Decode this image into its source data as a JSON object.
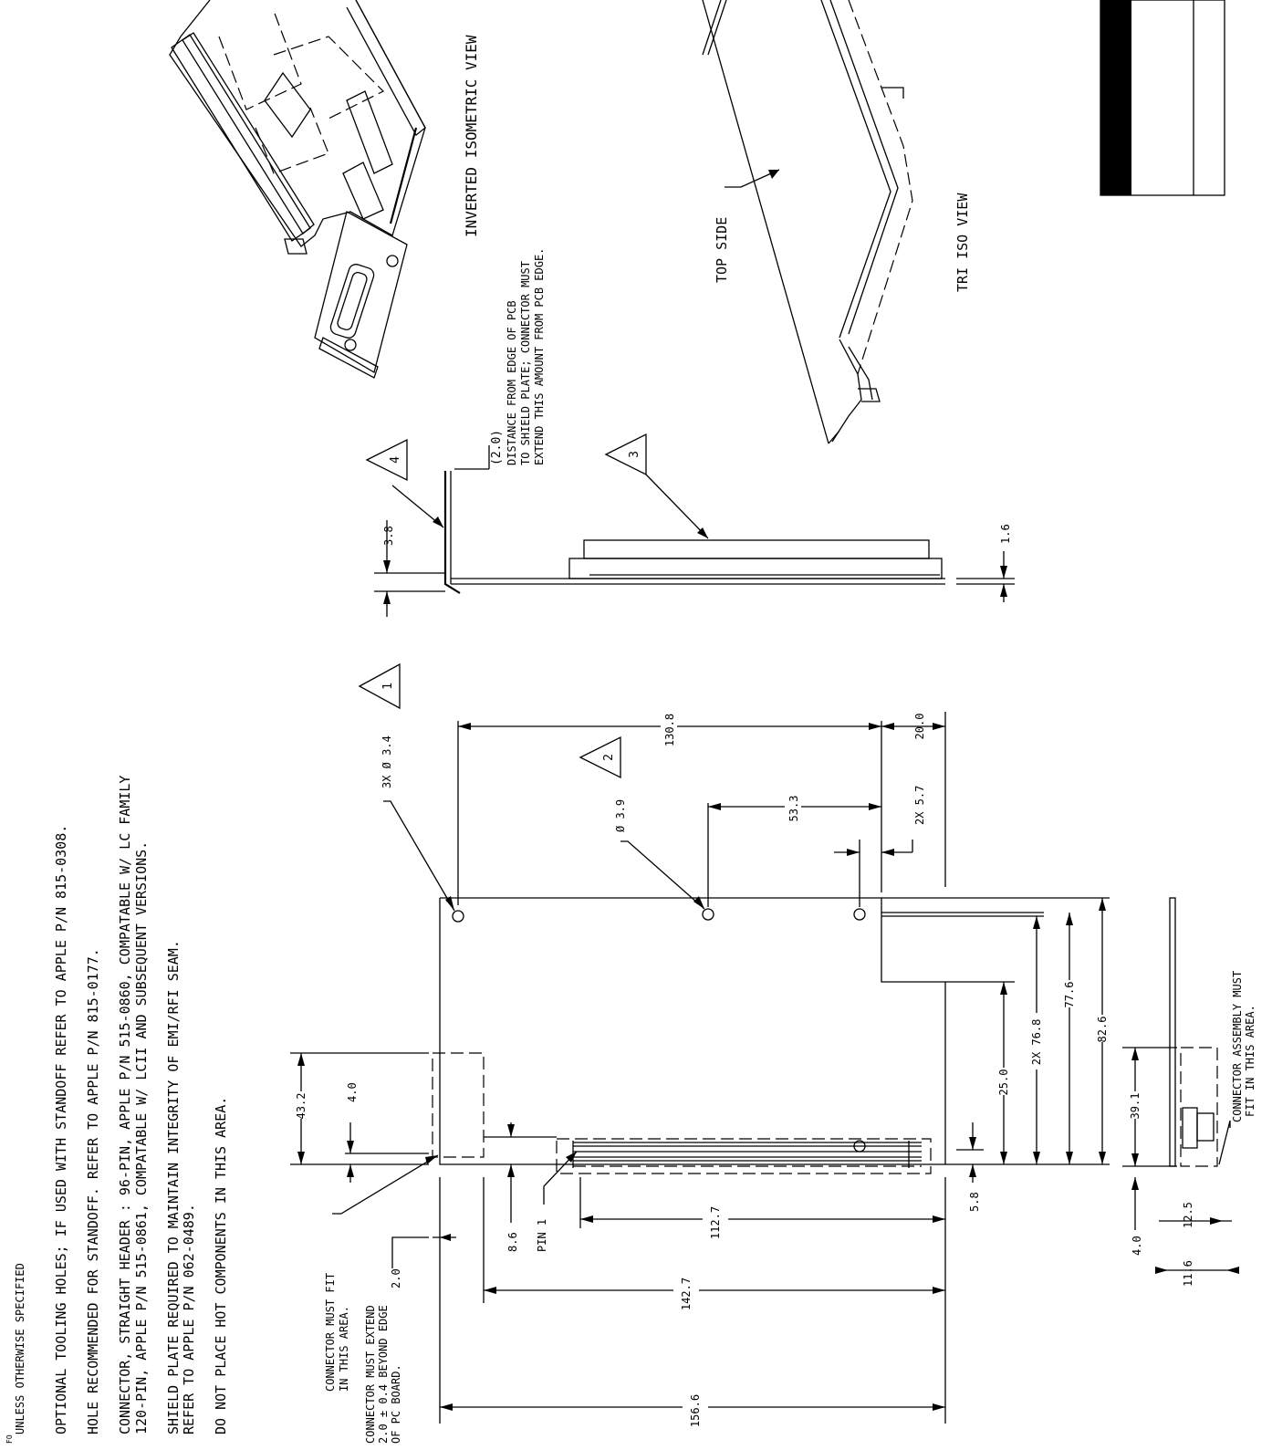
{
  "notes": {
    "n0": "UNLESS OTHERWISE SPECIFIED",
    "n1": "OPTIONAL TOOLING HOLES; IF USED WITH STANDOFF REFER TO APPLE P/N 815-0308.",
    "n2": "HOLE RECOMMENDED FOR STANDOFF.  REFER TO APPLE P/N 815-0177.",
    "n3a": "CONNECTOR, STRAIGHT HEADER : 96-PIN, APPLE P/N 515-0860, COMPATABLE W/ LC FAMILY",
    "n3b": "120-PIN, APPLE P/N 515-0861, COMPATABLE W/ LCII AND SUBSEQUENT VERSIONS.",
    "n4a": "SHIELD PLATE REQUIRED TO MAINTAIN INTEGRITY OF EMI/RFI SEAM.",
    "n4b": "REFER TO APPLE P/N 062-0489.",
    "n5": "DO NOT PLACE HOT COMPONENTS IN THIS AREA.",
    "corner_mark": "FO"
  },
  "views": {
    "inverted_iso": "INVERTED ISOMETRIC VIEW",
    "tri_iso": "TRI ISO VIEW",
    "top_side": "TOP SIDE"
  },
  "callouts": {
    "connector_fit_a": "CONNECTOR MUST FIT",
    "connector_fit_b": "IN THIS AREA.",
    "connector_extend_a": "CONNECTOR MUST EXTEND",
    "connector_extend_b": "2.0 ± 0.4 BEYOND EDGE",
    "connector_extend_c": "OF PC BOARD.",
    "connector_extend_dim": "2.0",
    "pin1": "PIN 1",
    "shield_distance_a": "(2.0)",
    "shield_distance_b": "DISTANCE FROM EDGE OF PCB",
    "shield_distance_c": "TO SHIELD PLATE; CONNECTOR MUST",
    "shield_distance_d": "EXTEND THIS AMOUNT FROM PCB EDGE.",
    "assembly_fit_a": "CONNECTOR ASSEMBLY MUST",
    "assembly_fit_b": "FIT IN THIS AREA."
  },
  "flags": {
    "f1": "1",
    "f2": "2",
    "f3": "3",
    "f4": "4"
  },
  "dims": {
    "d156_6": "156.6",
    "d142_7": "142.7",
    "d112_7": "112.7",
    "d8_6": "8.6",
    "d5_8": "5.8",
    "d43_2": "43.2",
    "d4_0": "4.0",
    "d25_0": "25.0",
    "d2x76_8": "2X 76.8",
    "d77_6": "77.6",
    "d82_6": "82.6",
    "d130_8": "130.8",
    "d20_0": "20.0",
    "d53_3": "53.3",
    "d2x5_7": "2X 5.7",
    "d3x_dia": "3X Ø 3.4",
    "d_dia39": "Ø 3.9",
    "d3_8": "3.8",
    "d1_6": "1.6",
    "d39_1": "39.1",
    "d4_0b": "4.0",
    "d12_5": "12.5",
    "d11_6": "11.6"
  },
  "colors": {
    "ink": "#000000",
    "paper": "#ffffff"
  }
}
